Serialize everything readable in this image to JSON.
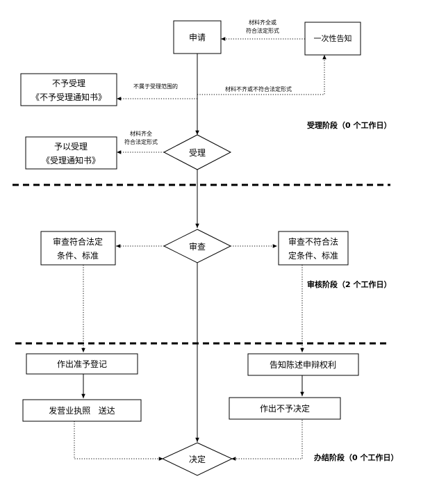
{
  "nodes": {
    "apply": "申请",
    "one_time_notice": "一次性告知",
    "reject": [
      "不予受理",
      "《不予受理通知书》"
    ],
    "accept_notice": [
      "予以受理",
      "《受理通知书》"
    ],
    "accept": "受理",
    "review": "审查",
    "review_pass": [
      "审查符合法定",
      "条件、标准"
    ],
    "review_fail": [
      "审查不符合法",
      "定条件、标准"
    ],
    "grant_registration": "作出准予登记",
    "issue_license": "发营业执照   送达",
    "inform_rights": "告知陈述申辩权利",
    "deny_decision": "作出不予决定",
    "decision": "决定"
  },
  "edge_labels": {
    "materials_complete": [
      "材料齐全或",
      "符合法定形式"
    ],
    "not_in_scope": "不属于受理范围的",
    "materials_incomplete": "材料不齐或不符合法定形式",
    "materials_ok": [
      "材料齐全",
      "符合法定形式"
    ]
  },
  "stages": {
    "acceptance": "受理阶段（0 个工作日）",
    "review": "审核阶段（2 个工作日）",
    "completion": "办结阶段（0 个工作日）"
  }
}
